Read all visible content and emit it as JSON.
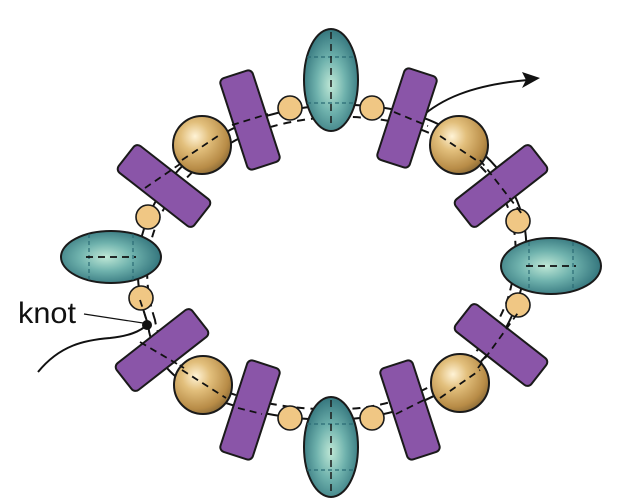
{
  "labels": {
    "knot": "knot"
  },
  "colors": {
    "outline": "#1a1a1a",
    "thread": "#111111",
    "purple_bead": "#8a55a8",
    "purple_bead_dark": "#6e3f8c",
    "teal_bead_light": "#a9dcc9",
    "teal_bead_mid": "#4f9a9c",
    "teal_bead_dark": "#2a6b75",
    "gold_pearl_light": "#fff3d6",
    "gold_pearl_mid": "#d6ad68",
    "gold_pearl_dark": "#8a6a36",
    "seed_bead": "#f0c784",
    "background": "#ffffff"
  },
  "icons": {
    "thread_end_arrow": "arrow-icon",
    "knot_marker": "knot-dot-icon"
  },
  "beads": {
    "oval_teal_count": 4,
    "purple_tile_count": 8,
    "gold_pearl_count": 4,
    "seed_bead_count": 8
  }
}
